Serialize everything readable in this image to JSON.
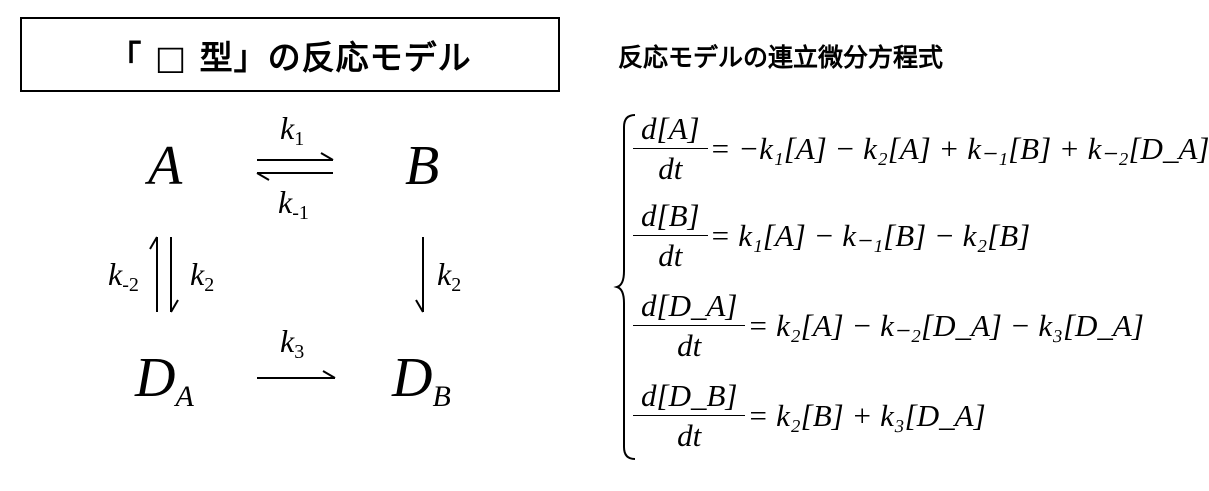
{
  "title": "「 □ 型」の反応モデル",
  "equations_title": "反応モデルの連立微分方程式",
  "species": {
    "A": "A",
    "B": "B",
    "DA_main": "D",
    "DA_sub": "A",
    "DB_main": "D",
    "DB_sub": "B"
  },
  "rates": {
    "k1_main": "k",
    "k1_sub": "1",
    "km1_main": "k",
    "km1_sub": "-1",
    "km2_main": "k",
    "km2_sub": "-2",
    "k2_left_main": "k",
    "k2_left_sub": "2",
    "k2_right_main": "k",
    "k2_right_sub": "2",
    "k3_main": "k",
    "k3_sub": "3"
  },
  "equations": [
    {
      "num": "d[A]",
      "den": "dt",
      "rhs": "= −k₁[A] − k₂[A] + k₋₁[B] + k₋₂[D_A]"
    },
    {
      "num": "d[B]",
      "den": "dt",
      "rhs": "= k₁[A] − k₋₁[B] − k₂[B]"
    },
    {
      "num": "d[D_A]",
      "den": "dt",
      "rhs": "= k₂[A] − k₋₂[D_A] − k₃[D_A]"
    },
    {
      "num": "d[D_B]",
      "den": "dt",
      "rhs": "= k₂[B] + k₃[D_A]"
    }
  ]
}
